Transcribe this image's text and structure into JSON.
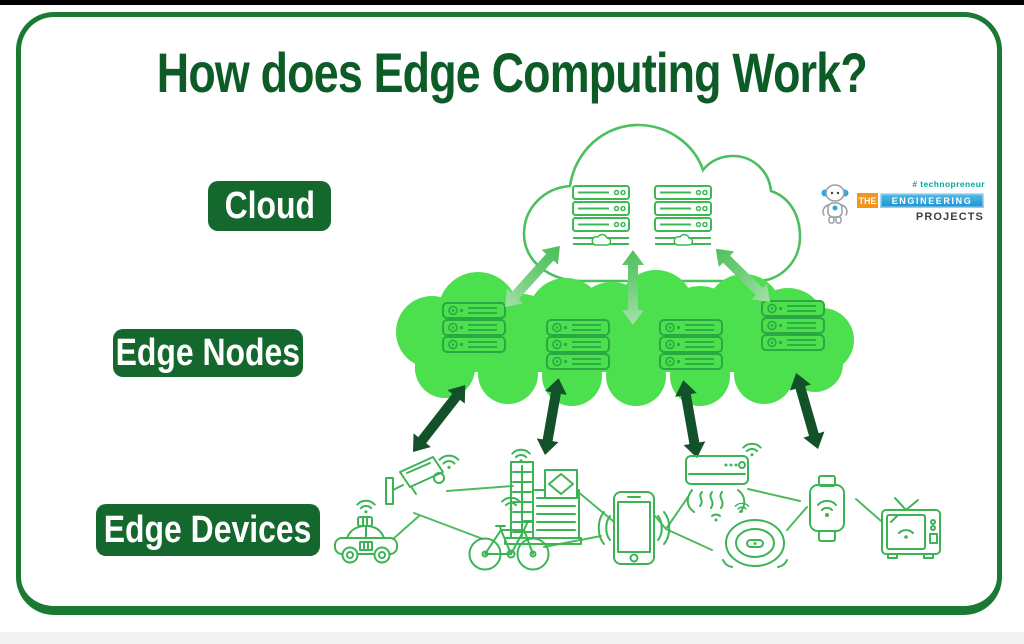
{
  "title": "How does Edge Computing Work?",
  "brand": {
    "tagline": "# technopreneur",
    "word_the": "THE",
    "word_engineering": "ENGINEERING",
    "word_projects": "PROJECTS"
  },
  "layers": {
    "cloud": {
      "label": "Cloud",
      "server_racks": 2
    },
    "edge_nodes": {
      "label": "Edge Nodes",
      "server_racks": 4
    },
    "edge_devices": {
      "label": "Edge Devices",
      "devices": [
        "smart-taxi",
        "cctv-camera",
        "smart-building",
        "smart-bicycle",
        "smartphone",
        "air-conditioner",
        "robot-vacuum",
        "smartwatch",
        "smart-tv"
      ]
    }
  },
  "connections": {
    "cloud_to_edge_nodes": "bidirectional-arrows x3",
    "edge_nodes_to_devices": "bidirectional-arrows x4",
    "device_mesh": "thin links between neighboring devices"
  },
  "colors": {
    "border_green": "#1a7a33",
    "title_green": "#0d5c28",
    "label_bg_green": "#15682d",
    "cloud_outline_green": "#4cbf5e",
    "icon_green": "#3cb455",
    "bright_green": "#4cdf4e",
    "node_rack_green": "#29a843",
    "light_arrow_green": "#a5e0a8",
    "dark_arrow_green": "#12512a",
    "logo_orange": "#f7941e",
    "logo_blue": "#29abe2",
    "logo_gray": "#414042",
    "tagline_teal": "#00a79d"
  }
}
